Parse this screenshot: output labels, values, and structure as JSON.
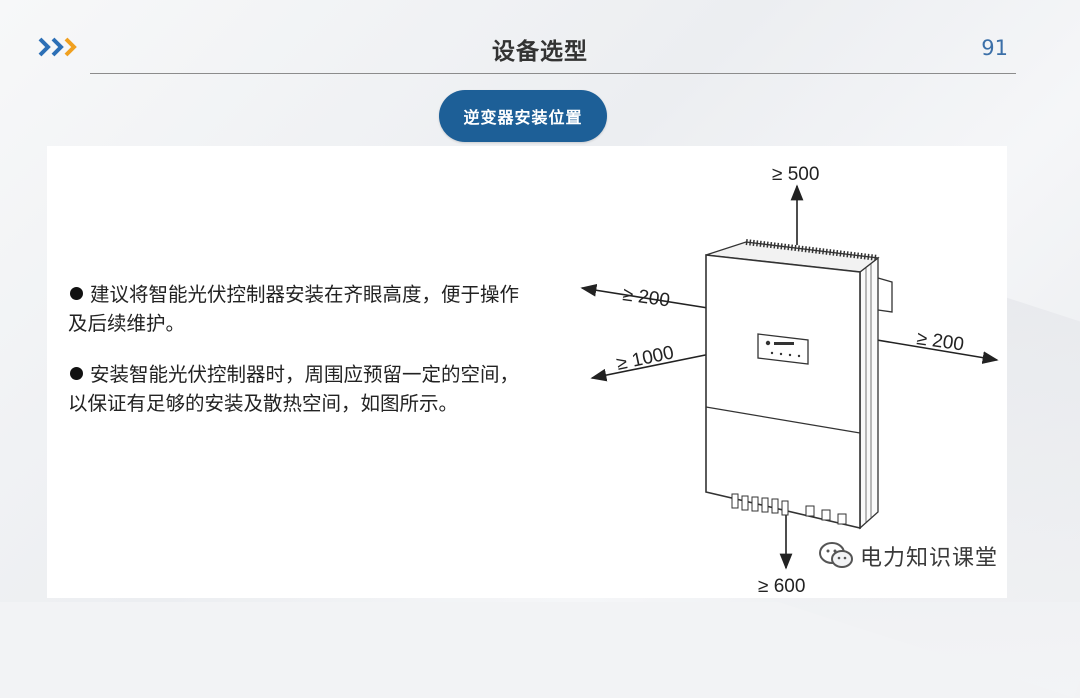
{
  "header": {
    "title": "设备选型",
    "page_number": "91"
  },
  "section_pill": "逆变器安装位置",
  "bullets": [
    {
      "text": "建议将智能光伏控制器安装在齐眼高度，便于操作及后续维护。"
    },
    {
      "text": "安装智能光伏控制器时，周围应预留一定的空间，以保证有足够的安装及散热空间，如图所示。"
    }
  ],
  "diagram": {
    "top": "≥ 500",
    "left": "≥ 200",
    "right": "≥ 200",
    "front": "≥ 1000",
    "bottom": "≥ 600"
  },
  "watermark": "电力知识课堂",
  "colors": {
    "accent": "#1d5f97",
    "chevron_blue": "#2c6fb6",
    "chevron_orange": "#f0a020"
  }
}
